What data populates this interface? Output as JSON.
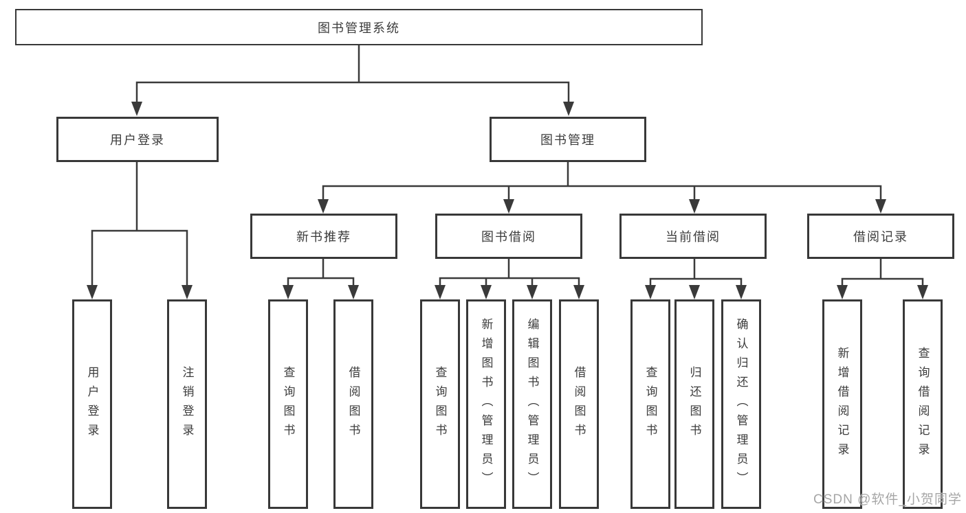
{
  "nodes": {
    "root": "图书管理系统",
    "user_login": "用户登录",
    "book_mgmt": "图书管理",
    "new_book": "新书推荐",
    "book_borrow": "图书借阅",
    "current_borrow": "当前借阅",
    "borrow_records": "借阅记录",
    "leaves": {
      "user_login_1": "用户登录",
      "user_login_2": "注销登录",
      "new_book_1": "查询图书",
      "new_book_2": "借阅图书",
      "borrow_1": "查询图书",
      "borrow_2": "新增图书（管理员）",
      "borrow_3": "编辑图书（管理员）",
      "borrow_4": "借阅图书",
      "current_1": "查询图书",
      "current_2": "归还图书",
      "current_3": "确认归还（管理员）",
      "records_1": "新增借阅记录",
      "records_2": "查询借阅记录"
    }
  },
  "watermark": "CSDN @软件_小贺同学",
  "colors": {
    "line": "#3a3a3a",
    "text": "#3c3c3c",
    "watermark": "#a6a6a6",
    "background": "#ffffff"
  }
}
